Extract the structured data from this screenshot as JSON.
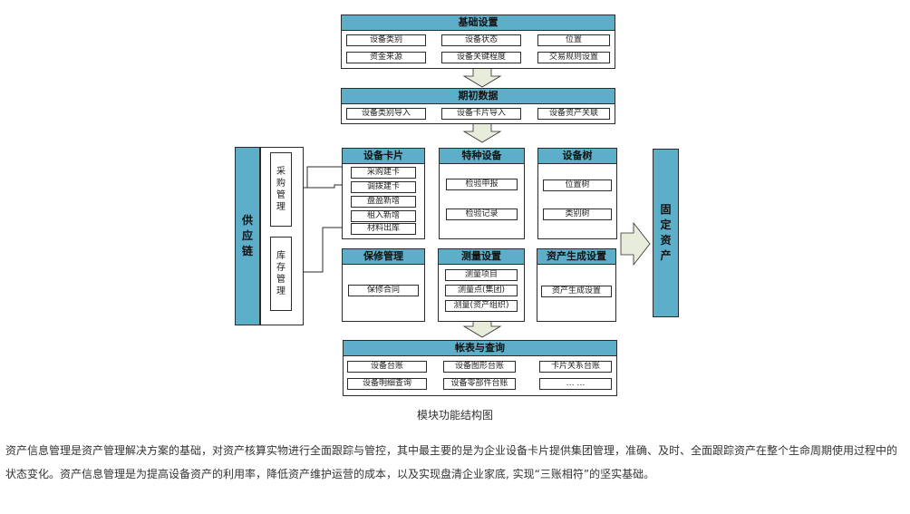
{
  "diagram": {
    "basic_settings": {
      "title": "基础设置",
      "items": [
        "设备类别",
        "设备状态",
        "位置",
        "资金来源",
        "设备关键程度",
        "交易规则设置"
      ]
    },
    "initial_data": {
      "title": "期初数据",
      "items": [
        "设备类别导入",
        "设备卡片导入",
        "设备资产关联"
      ]
    },
    "supply_chain": {
      "title": "供应链",
      "procurement": "采购管理",
      "inventory": "库存管理"
    },
    "equipment_card": {
      "title": "设备卡片",
      "items": [
        "采购建卡",
        "调拨建卡",
        "盘盈新增",
        "租入新增",
        "材料出库"
      ]
    },
    "special_equipment": {
      "title": "特种设备",
      "items": [
        "检验申报",
        "检验记录"
      ]
    },
    "equipment_tree": {
      "title": "设备树",
      "items": [
        "位置树",
        "类别树"
      ]
    },
    "warranty": {
      "title": "保修管理",
      "items": [
        "保修合同"
      ]
    },
    "measurement": {
      "title": "测量设置",
      "items": [
        "测量项目",
        "测量点(集团)",
        "测量(资产组织)"
      ]
    },
    "asset_generation": {
      "title": "资产生成设置",
      "items": [
        "资产生成设置"
      ]
    },
    "fixed_assets": {
      "title": "固定资产"
    },
    "reports": {
      "title": "帐表与查询",
      "items": [
        "设备台账",
        "设备图形台账",
        "卡片关系台账",
        "设备明细查询",
        "设备零部件台账",
        "… …"
      ]
    }
  },
  "caption": "模块功能结构图",
  "paragraph": "资产信息管理是资产管理解决方案的基础，对资产核算实物进行全面跟踪与管控，其中最主要的是为企业设备卡片提供集团管理，准确、及时、全面跟踪资产在整个生命周期使用过程中的状态变化。资产信息管理是为提高设备资产的利用率，降低资产维护运营的成本，以及实现盘清企业家底, 实现“三账相符”的坚实基础。",
  "colors": {
    "header_fill": "#5dafc9",
    "arrow_fill": "#e8ecdb",
    "border": "#2b2b2b"
  }
}
